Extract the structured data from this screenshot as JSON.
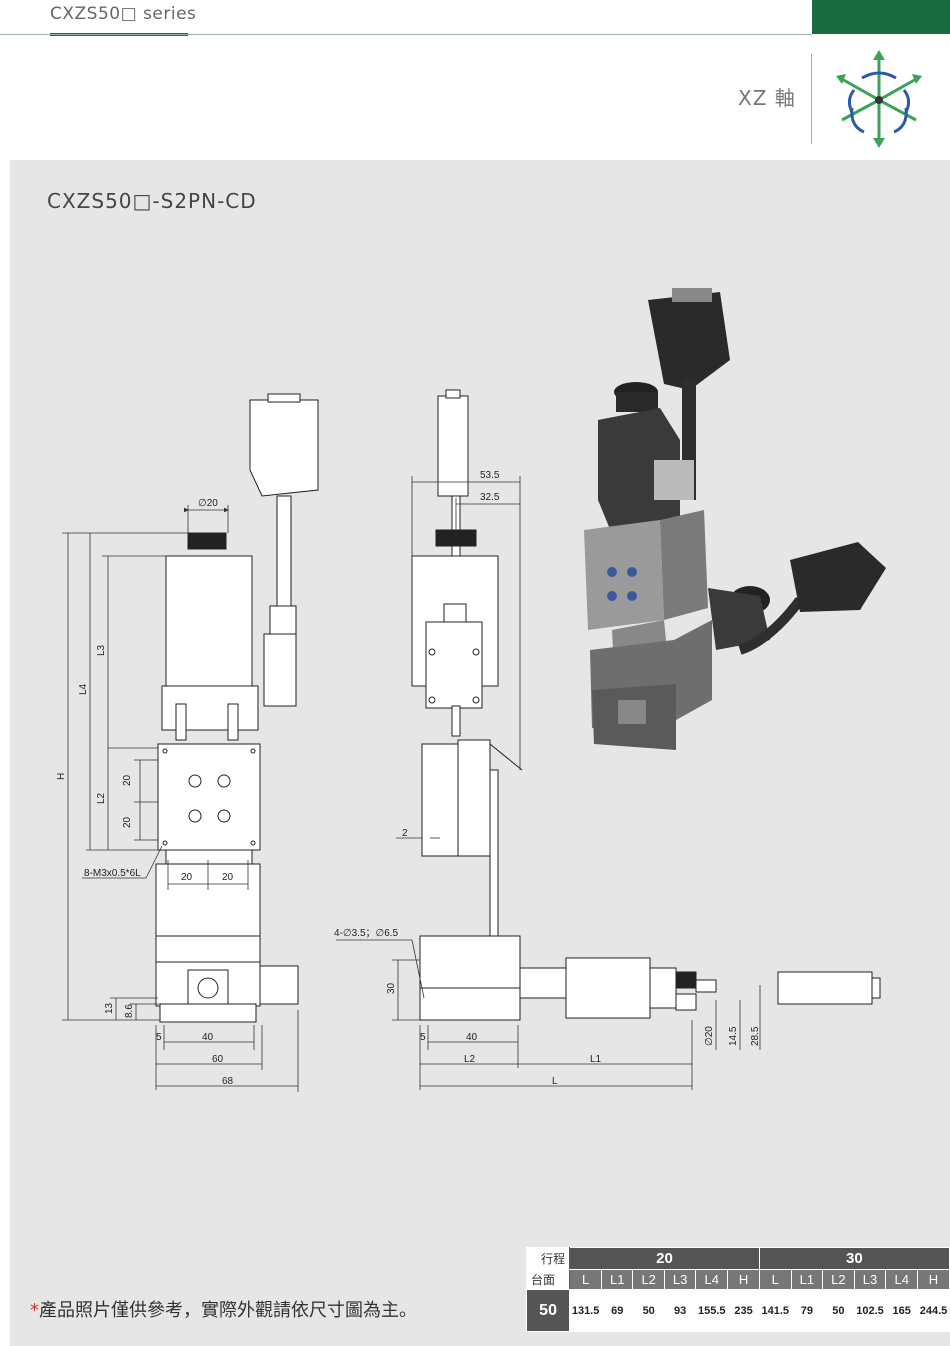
{
  "header": {
    "series": "CXZS50□ series",
    "axis_label": "XZ 軸",
    "axis_icon": "xyz-axis-icon"
  },
  "model": {
    "title": "CXZS50□-S2PN-CD"
  },
  "dimensions": {
    "front": {
      "phi20": "∅20",
      "H": "H",
      "L4": "L4",
      "L3": "L3",
      "L2": "L2",
      "d20a": "20",
      "d20b": "20",
      "hole": "8-M3x0.5*6L",
      "b20a": "20",
      "b20b": "20",
      "d13": "13",
      "d8_6": "8.6",
      "d5": "5",
      "d40": "40",
      "d60": "60",
      "d68": "68"
    },
    "side": {
      "d53_5": "53.5",
      "d32_5": "32.5",
      "d2": "2",
      "holes": "4-∅3.5；∅6.5",
      "d30": "30",
      "d5": "5",
      "d40": "40",
      "L2": "L2",
      "L1": "L1",
      "L": "L",
      "phi20": "∅20",
      "d14_5": "14.5",
      "d28_5": "28.5"
    }
  },
  "note": {
    "star": "*",
    "text": "產品照片僅供參考，實際外觀請依尺寸圖為主。"
  },
  "spec_table": {
    "stroke_label": "行程",
    "table_label": "台面",
    "groups": [
      "20",
      "30"
    ],
    "columns": [
      "L",
      "L1",
      "L2",
      "L3",
      "L4",
      "H"
    ],
    "rows": [
      {
        "key": "50",
        "values": [
          "131.5",
          "69",
          "50",
          "93",
          "155.5",
          "235",
          "141.5",
          "79",
          "50",
          "102.5",
          "165",
          "244.5"
        ]
      }
    ]
  },
  "colors": {
    "brand_green": "#1a6b3f",
    "panel_gray": "#e6e6e6",
    "table_dark": "#555555"
  }
}
